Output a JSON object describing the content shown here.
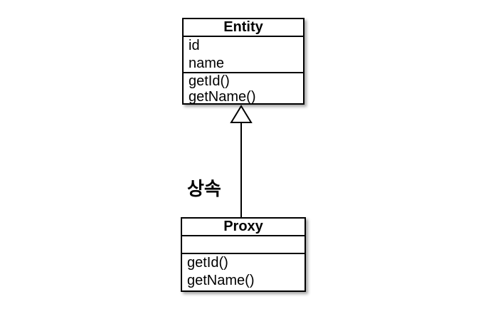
{
  "diagram": {
    "kind": "uml-class-diagram",
    "colors": {
      "background": "#ffffff",
      "line": "#000000",
      "text": "#000000",
      "box_fill": "#ffffff"
    },
    "classes": [
      {
        "name": "Entity",
        "attributes": [
          "id",
          "name"
        ],
        "methods": [
          "getId()",
          "getName()"
        ]
      },
      {
        "name": "Proxy",
        "attributes": [],
        "methods": [
          "getId()",
          "getName()"
        ]
      }
    ],
    "relationship": {
      "type": "generalization",
      "from": "Proxy",
      "to": "Entity",
      "label": "상속",
      "arrowhead": "hollow-triangle"
    }
  }
}
